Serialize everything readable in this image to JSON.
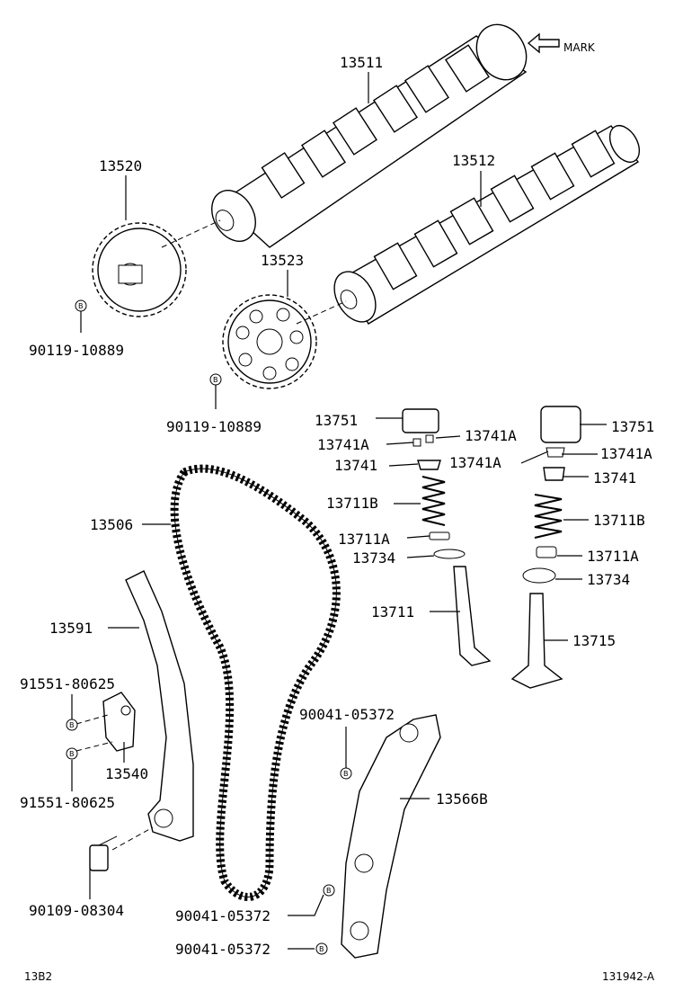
{
  "mark_label": "MARK",
  "bolt_symbol": "B",
  "labels": {
    "p13511": "13511",
    "p13512": "13512",
    "p13520": "13520",
    "p13523": "13523",
    "p90119a": "90119-10889",
    "p90119b": "90119-10889",
    "p13751l": "13751",
    "p13751r": "13751",
    "p13741Aa": "13741A",
    "p13741Ab": "13741A",
    "p13741Ac": "13741A",
    "p13741Ad": "13741A",
    "p13741l": "13741",
    "p13741r": "13741",
    "p13711Bl": "13711B",
    "p13711Br": "13711B",
    "p13711Al": "13711A",
    "p13711Ar": "13711A",
    "p13734l": "13734",
    "p13734r": "13734",
    "p13711": "13711",
    "p13715": "13715",
    "p13506": "13506",
    "p13591": "13591",
    "p91551a": "91551-80625",
    "p91551b": "91551-80625",
    "p13540": "13540",
    "p90109": "90109-08304",
    "p90041a": "90041-05372",
    "p90041b": "90041-05372",
    "p90041c": "90041-05372",
    "p13566B": "13566B"
  },
  "footer": {
    "left_code": "13B2",
    "right_code": "131942-A"
  }
}
